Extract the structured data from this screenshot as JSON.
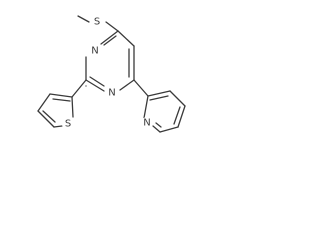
{
  "molecule": {
    "atoms": {
      "s_methylthio": {
        "symbol": "S",
        "color": "#3a3a3a"
      },
      "n_ring_upper": {
        "symbol": "N",
        "color": "#3a3a3a"
      },
      "n_ring_lower": {
        "symbol": "N",
        "color": "#3a3a3a"
      },
      "s_thiophene": {
        "symbol": "S",
        "color": "#3a3a3a"
      },
      "n_pyridine": {
        "symbol": "N",
        "color": "#3a3a3a"
      }
    }
  }
}
